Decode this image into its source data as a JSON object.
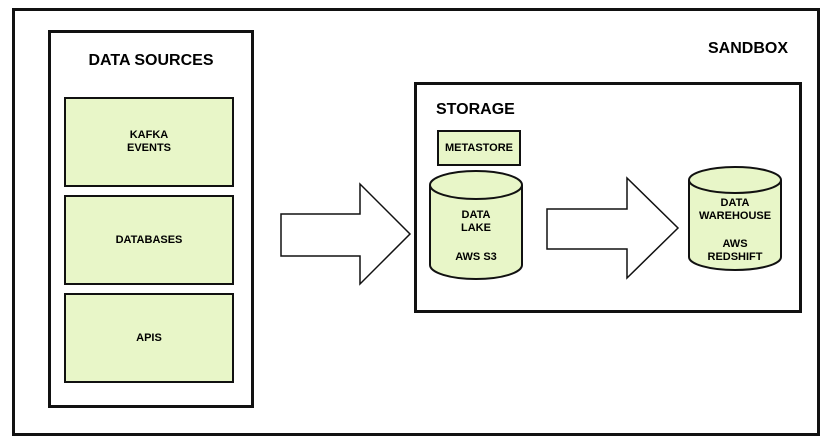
{
  "sandbox": {
    "label": "SANDBOX"
  },
  "data_sources": {
    "title": "DATA SOURCES",
    "items": [
      {
        "label": "KAFKA\nEVENTS"
      },
      {
        "label": "DATABASES"
      },
      {
        "label": "APIS"
      }
    ]
  },
  "storage": {
    "title": "STORAGE",
    "metastore": "METASTORE",
    "data_lake": {
      "label": "DATA\nLAKE",
      "sub": "AWS S3"
    },
    "data_warehouse": {
      "label": "DATA\nWAREHOUSE",
      "sub": "AWS\nREDSHIFT"
    }
  },
  "colors": {
    "fill": "#e8f6c8",
    "stroke": "#111111"
  }
}
